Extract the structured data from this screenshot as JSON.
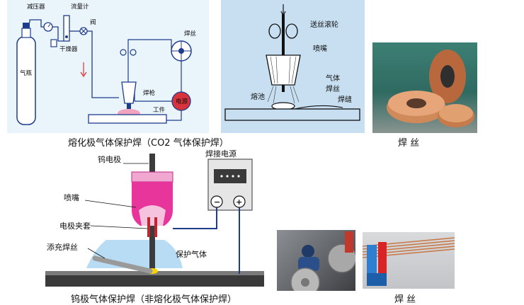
{
  "mig": {
    "labels": {
      "pressure_reducer": "减压器",
      "flowmeter": "流量计",
      "valve": "阀",
      "dryer": "干燥器",
      "cylinder": "气瓶",
      "wire": "焊丝",
      "torch": "焊枪",
      "power": "电源",
      "workpiece": "工件"
    },
    "caption": "熔化极气体保护焊（CO2 气体保护焊）"
  },
  "nozzle_detail": {
    "labels": {
      "feed_rollers": "送丝滚轮",
      "nozzle": "喷嘴",
      "gas": "气体",
      "wire": "焊丝",
      "weld_pool": "熔池",
      "weld_seam": "焊缝"
    }
  },
  "wire_photo_top": {
    "caption": "焊 丝"
  },
  "tig": {
    "labels": {
      "tungsten_electrode": "钨电极",
      "power_source": "焊接电源",
      "nozzle": "喷嘴",
      "electrode_collet": "电极夹套",
      "filler_wire": "添充焊丝",
      "shielding_gas": "保护气体",
      "minus": "−",
      "plus": "+"
    },
    "caption": "钨极气体保护焊（非熔化极气体保护焊）"
  },
  "wire_photo_bottom": {
    "caption": "焊 丝"
  },
  "colors": {
    "panel_bg": "#eaf4fb",
    "diagram_line": "#1e3c8c",
    "nozzle_pink": "#e8359b",
    "gas_blue": "#9fd0ef",
    "copper": "#c77a4a"
  }
}
